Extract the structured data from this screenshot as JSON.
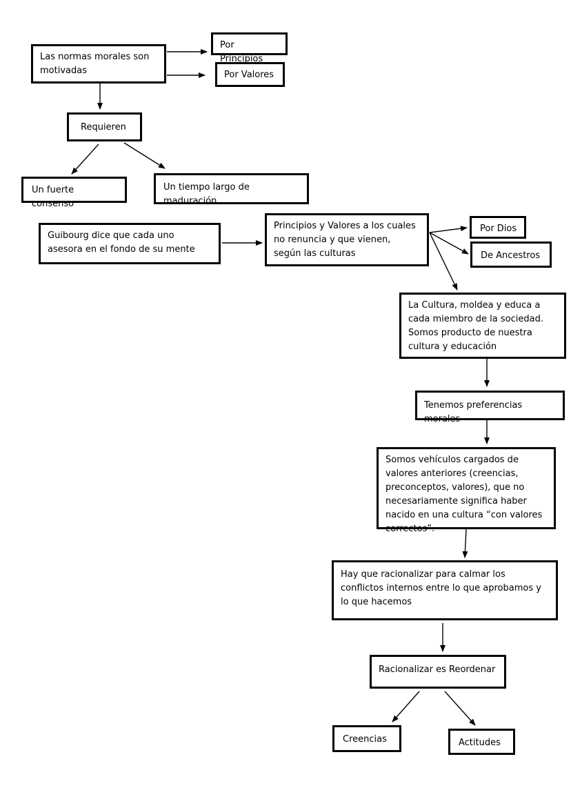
{
  "nodes": {
    "motivadas": "Las normas morales son motivadas",
    "por_principios": "Por Principios",
    "por_valores": "Por Valores",
    "requieren": "Requieren",
    "consenso": "Un fuerte consenso",
    "tiempo": "Un tiempo largo de maduración",
    "guibourg": "Guibourg dice que cada uno asesora en el fondo de su mente",
    "principios_valores": "Principios y Valores a los cuales no renuncia y que vienen, según las culturas",
    "por_dios": "Por Dios",
    "de_ancestros": "De Ancestros",
    "cultura": "La Cultura, moldea y educa a cada miembro de la sociedad. Somos producto de nuestra cultura y educación",
    "preferencias": "Tenemos preferencias morales",
    "vehiculos": "Somos vehículos cargados de valores anteriores (creencias, preconceptos, valores), que no necesariamente significa haber nacido en una cultura “con valores correctos”.",
    "racionalizar": "Hay que racionalizar para calmar los conflictos internos entre lo que aprobamos y lo que hacemos",
    "reordenar": "Racionalizar es Reordenar",
    "creencias": "Creencias",
    "actitudes": "Actitudes"
  }
}
